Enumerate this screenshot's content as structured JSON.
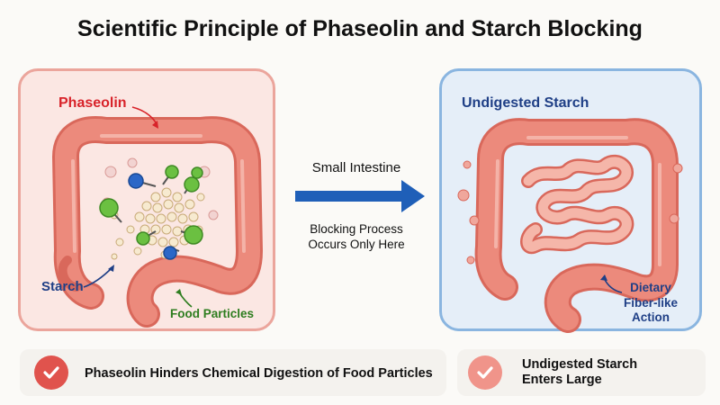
{
  "title": "Scientific Principle of Phaseolin and Starch Blocking",
  "left_panel": {
    "phaseolin_label": "Phaseolin",
    "starch_label": "Starch",
    "food_particles_label": "Food Particles"
  },
  "middle": {
    "small_intestine_label": "Small Intestine",
    "blocking_line1": "Blocking Process",
    "blocking_line2": "Occurs Only Here"
  },
  "right_panel": {
    "undigested_label": "Undigested Starch",
    "fiber_line1": "Dietary",
    "fiber_line2": "Fiber-like",
    "fiber_line3": "Action"
  },
  "bottom": {
    "left_text": "Phaseolin Hinders Chemical Digestion of Food Particles",
    "right_line1": "Undigested Starch",
    "right_line2": "Enters Large"
  },
  "colors": {
    "red_label": "#d8232a",
    "navy_label": "#1f3f86",
    "green_label": "#2e7d1f",
    "intestine": "#ec8a7c",
    "arrow_blue": "#1f5fb8",
    "check_red": "#e0534d",
    "check_salmon": "#f0948a"
  }
}
